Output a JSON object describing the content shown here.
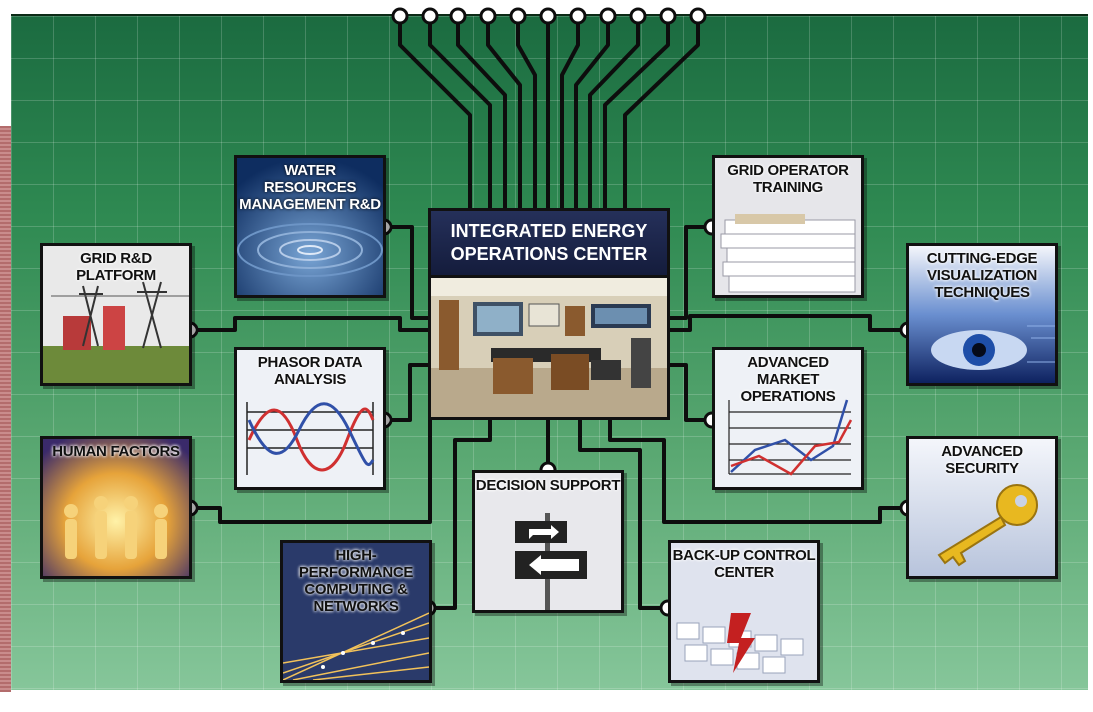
{
  "center": {
    "title_line1": "INTEGRATED ENERGY",
    "title_line2": "OPERATIONS CENTER"
  },
  "cards": {
    "water": {
      "line1": "WATER RESOURCES",
      "line2": "MANAGEMENT R&D"
    },
    "grid_platform": {
      "line1": "GRID R&D PLATFORM"
    },
    "phasor": {
      "line1": "PHASOR DATA",
      "line2": "ANALYSIS"
    },
    "human": {
      "line1": "HUMAN FACTORS"
    },
    "hpc": {
      "line1": "HIGH-PERFORMANCE",
      "line2": "COMPUTING &",
      "line3": "NETWORKS"
    },
    "decision": {
      "line1": "DECISION SUPPORT"
    },
    "backup": {
      "line1": "BACK-UP CONTROL",
      "line2": "CENTER"
    },
    "security": {
      "line1": "ADVANCED SECURITY"
    },
    "market": {
      "line1": "ADVANCED MARKET",
      "line2": "OPERATIONS"
    },
    "visualization": {
      "line1": "CUTTING-EDGE",
      "line2": "VISUALIZATION",
      "line3": "TECHNIQUES"
    },
    "training": {
      "line1": "GRID OPERATOR",
      "line2": "TRAINING"
    }
  },
  "colors": {
    "board_top": "#1b6b40",
    "board_bottom": "#86c69a",
    "header_navy": "#1b2448",
    "wire": "#0d0d0d",
    "node_fill": "#ffffff"
  }
}
